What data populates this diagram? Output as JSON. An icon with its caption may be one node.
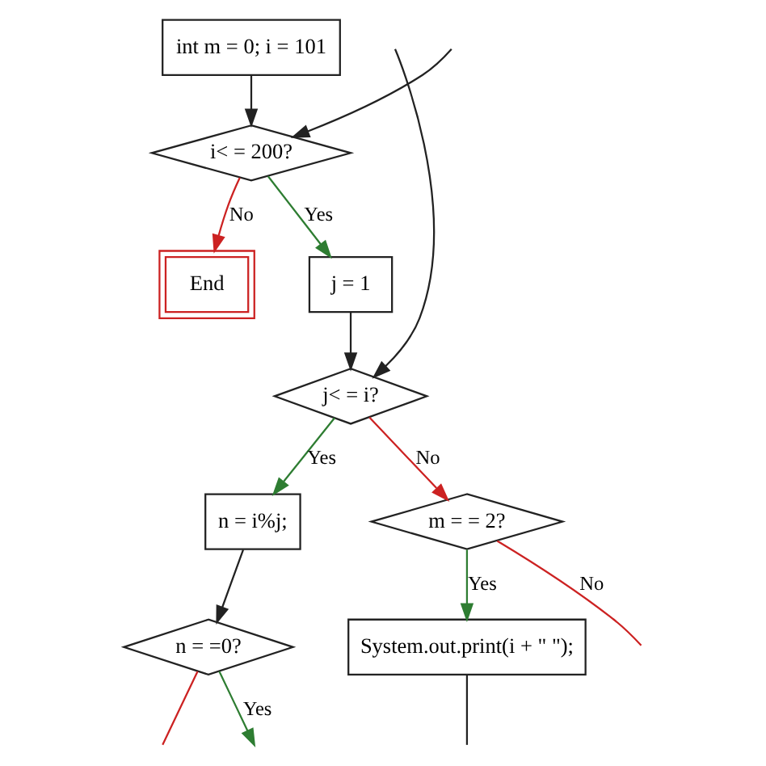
{
  "diagram": {
    "nodes": [
      {
        "text": [
          "int m = 0; i = 101"
        ]
      },
      {
        "text": [
          "i< = 200?"
        ]
      },
      {
        "text": [
          "End"
        ]
      },
      {
        "text": [
          "j = 1"
        ]
      },
      {
        "text": [
          "j< = i?"
        ]
      },
      {
        "text": [
          "n = i%j;"
        ]
      },
      {
        "text": [
          "m = = 2?"
        ]
      },
      {
        "text": [
          "n = =0?"
        ]
      },
      {
        "text": [
          "System.out.print(i + \" \");"
        ]
      }
    ],
    "edges": [
      {
        "from": 0,
        "to": 1,
        "arrow": "to"
      },
      {
        "from": 1,
        "to": 3,
        "arrow": "to",
        "label": "Yes",
        "color": "#2e7d32"
      },
      {
        "from": 1,
        "to": 2,
        "arrow": "to",
        "label": "No",
        "color": "#cc2222"
      },
      {
        "from": 3,
        "to": 4,
        "arrow": "to"
      },
      {
        "from": 4,
        "to": 5,
        "arrow": "to",
        "label": "Yes",
        "color": "#2e7d32"
      },
      {
        "from": 4,
        "to": 6,
        "arrow": "to",
        "label": "No",
        "color": "#cc2222"
      },
      {
        "from": 5,
        "to": 7,
        "arrow": "to"
      },
      {
        "from": 6,
        "to": 8,
        "arrow": "to",
        "label": "Yes",
        "color": "#2e7d32"
      },
      {
        "from": 6,
        "to": null,
        "arrow": "none",
        "label": "No",
        "color": "#cc2222"
      },
      {
        "from": 7,
        "to": null,
        "arrow": "none",
        "color": "#cc2222"
      },
      {
        "from": 7,
        "to": null,
        "arrow": "to",
        "label": "Yes",
        "color": "#2e7d32"
      },
      {
        "from": 8,
        "to": null,
        "arrow": "none"
      },
      {
        "from": null,
        "to": 4,
        "arrow": "to"
      },
      {
        "from": null,
        "to": 1,
        "arrow": "to"
      }
    ]
  }
}
